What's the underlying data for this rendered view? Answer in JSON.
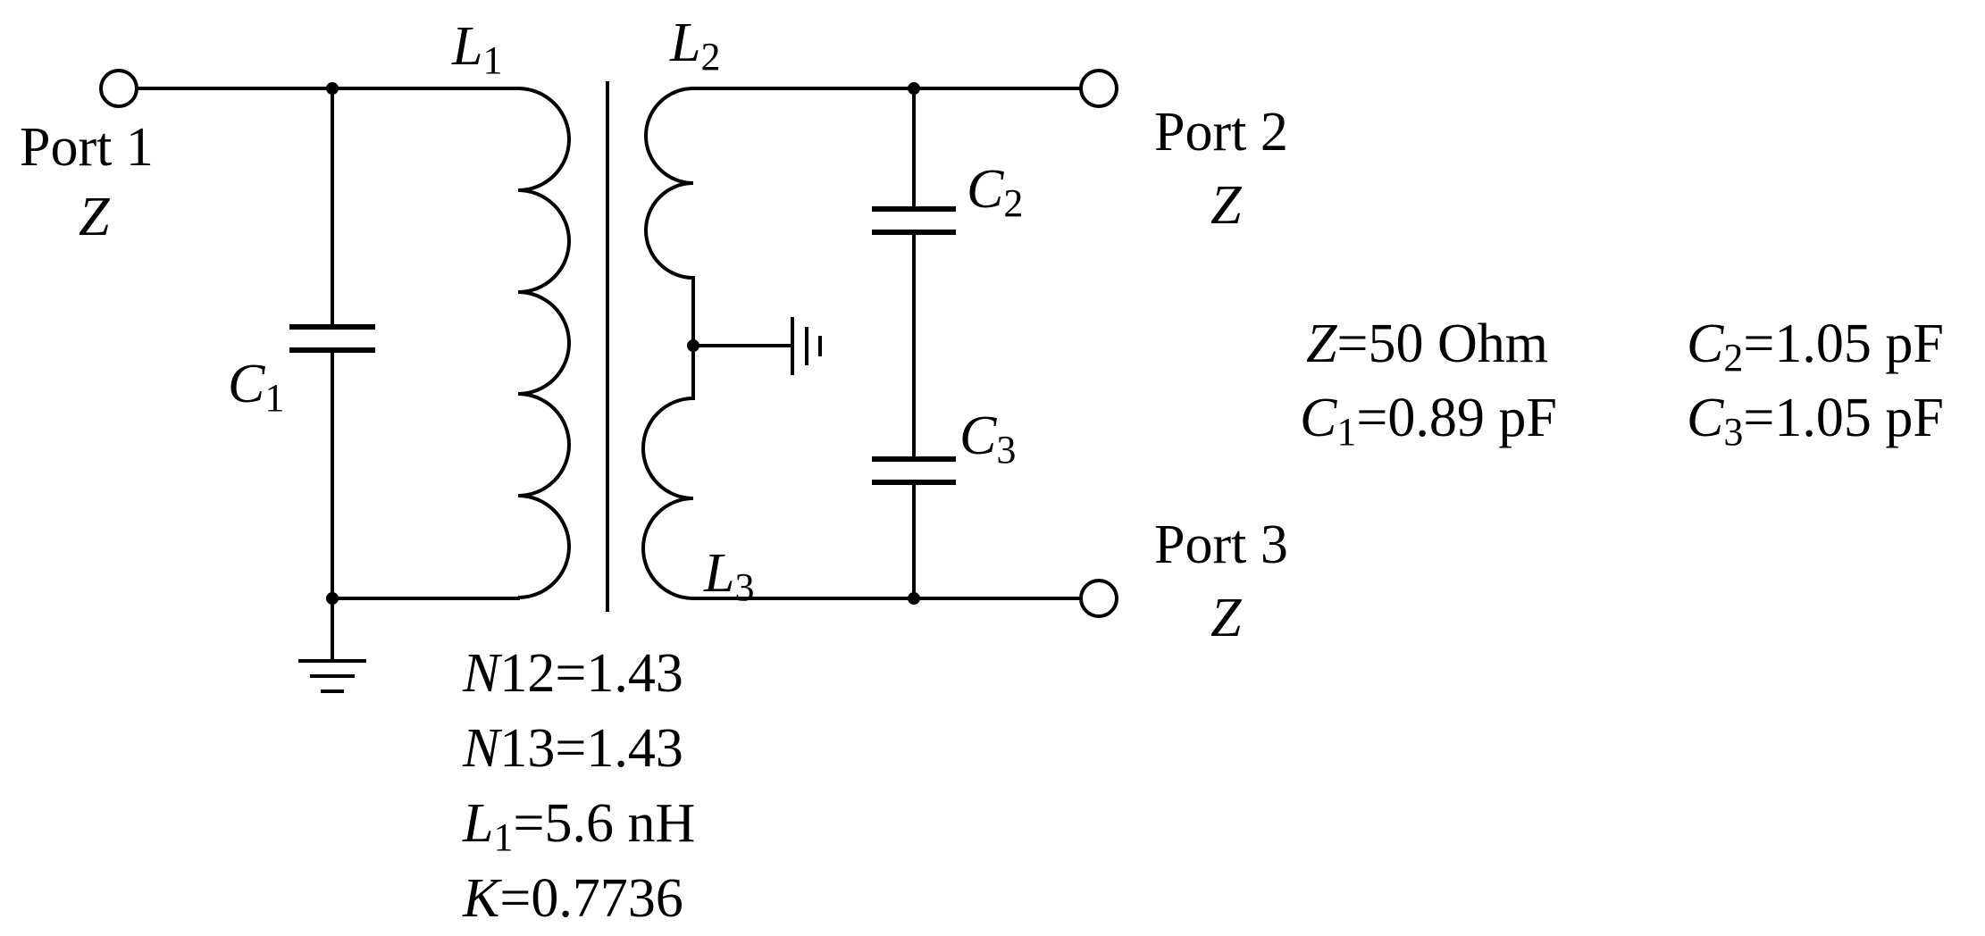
{
  "ports": [
    {
      "label": "Port 1",
      "impedance": "Z"
    },
    {
      "label": "Port 2",
      "impedance": "Z"
    },
    {
      "label": "Port 3",
      "impedance": "Z"
    }
  ],
  "components": {
    "L1": {
      "sym": "L",
      "sub": "1"
    },
    "L2": {
      "sym": "L",
      "sub": "2"
    },
    "L3": {
      "sym": "L",
      "sub": "3"
    },
    "C1": {
      "sym": "C",
      "sub": "1"
    },
    "C2": {
      "sym": "C",
      "sub": "2"
    },
    "C3": {
      "sym": "C",
      "sub": "3"
    }
  },
  "params_left": [
    {
      "sym": "N",
      "sub": "",
      "rest": "12=1.43"
    },
    {
      "sym": "N",
      "sub": "",
      "rest": "13=1.43"
    },
    {
      "sym": "L",
      "sub": "1",
      "rest": "=5.6 nH"
    },
    {
      "sym": "K",
      "sub": "",
      "rest": "=0.7736"
    }
  ],
  "params_right": [
    {
      "sym": "Z",
      "sub": "",
      "rest": "=50 Ohm"
    },
    {
      "sym": "C",
      "sub": "1",
      "rest": "=0.89 pF"
    },
    {
      "sym": "C",
      "sub": "2",
      "rest": "=1.05 pF"
    },
    {
      "sym": "C",
      "sub": "3",
      "rest": "=1.05 pF"
    }
  ]
}
